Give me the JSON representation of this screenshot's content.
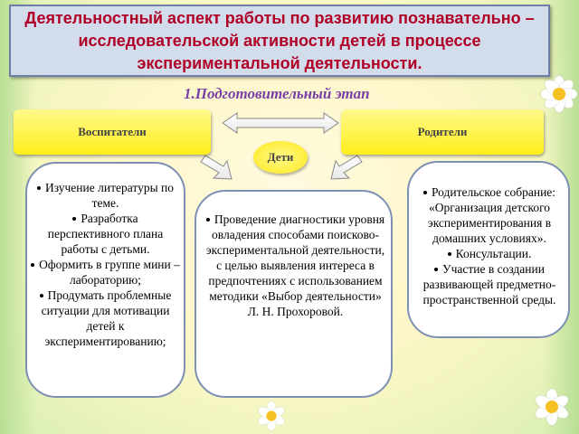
{
  "title": "Деятельностный аспект работы по развитию познавательно – исследовательской активности детей в процессе экспериментальной деятельности.",
  "stage": "1.Подготовительный этап",
  "teachers_label": "Воспитатели",
  "parents_label": "Родители",
  "children_label": "Дети",
  "teachers_items": [
    "Изучение литературы по теме.",
    "Разработка перспективного плана работы с детьми.",
    "Оформить в группе мини – лабораторию;",
    "Продумать проблемные ситуации для мотивации детей к экспериментированию;"
  ],
  "children_items": [
    "Проведение диагностики уровня овладения способами поисково- экспериментальной деятельности, с целью выявления интереса в предпочтениях с использованием методики «Выбор деятельности» Л. Н. Прохоровой."
  ],
  "parents_items": [
    "Родительское собрание: «Организация детского экспериментирования в домашних условиях».",
    "Консультации.",
    "Участие в создании развивающей предметно-пространственной среды."
  ],
  "colors": {
    "title_text": "#b00028",
    "title_bg": "#d3dcea",
    "stage_text": "#7a3fa6",
    "yellow": "#ffee1a",
    "box_border": "#7d8fb3"
  }
}
